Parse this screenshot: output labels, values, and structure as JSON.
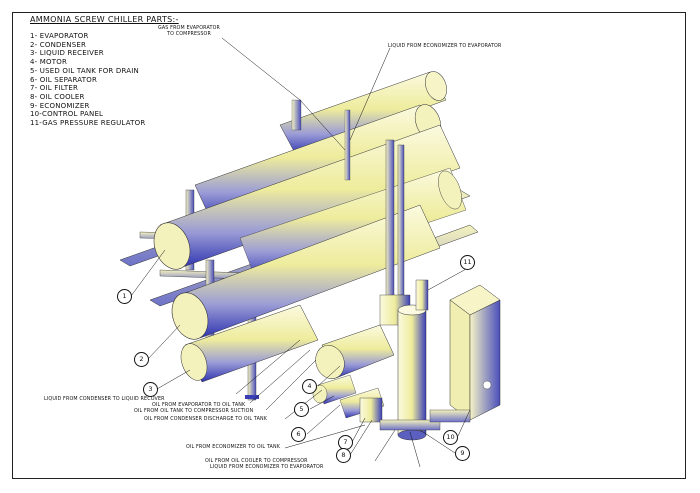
{
  "title": "AMMONIA SCREW CHILLER PARTS:-",
  "parts": [
    "1- EVAPORATOR",
    "2- CONDENSER",
    "3- LIQUID RECEIVER",
    "4- MOTOR",
    "5- USED OIL TANK FOR DRAIN",
    "6- OIL SEPARATOR",
    "7- OIL FILTER",
    "8- OIL COOLER",
    "9- ECONOMIZER",
    "10-CONTROL PANEL",
    "11-GAS PRESSURE REGULATOR"
  ],
  "labels": {
    "gas_evap_to_comp": "GAS FROM EVAPORATOR\nTO COMPRESSOR",
    "liq_econ_to_evap_top": "LIQUID FROM ECONOMIZER TO EVAPORATOR",
    "liq_cond_to_receiver": "LIQUID FROM CONDENSER TO LIQUID RECOVER",
    "oil_evap_to_tank": "OIL FROM EVAPORATOR TO OIL TANK",
    "oil_tank_to_suction": "OIL FROM OIL TANK TO COMPRESSOR SUCTION",
    "oil_cond_discharge": "OIL FROM CONDENSER DISCHARGE TO OIL TANK",
    "oil_econ_to_tank": "OIL FROM ECONOMIZER TO OIL TANK",
    "oil_cooler_to_comp": "OIL FROM OIL COOLER TO COMPRESSOR",
    "liq_econ_to_evap_bottom": "LIQUID FROM ECONOMIZER TO EVAPORATOR"
  },
  "callouts": [
    "1",
    "2",
    "3",
    "4",
    "5",
    "6",
    "7",
    "8",
    "9",
    "10",
    "11"
  ],
  "colors": {
    "metal": "#f2f0b4",
    "shadow": "#3a3fb8",
    "line": "#111111"
  }
}
